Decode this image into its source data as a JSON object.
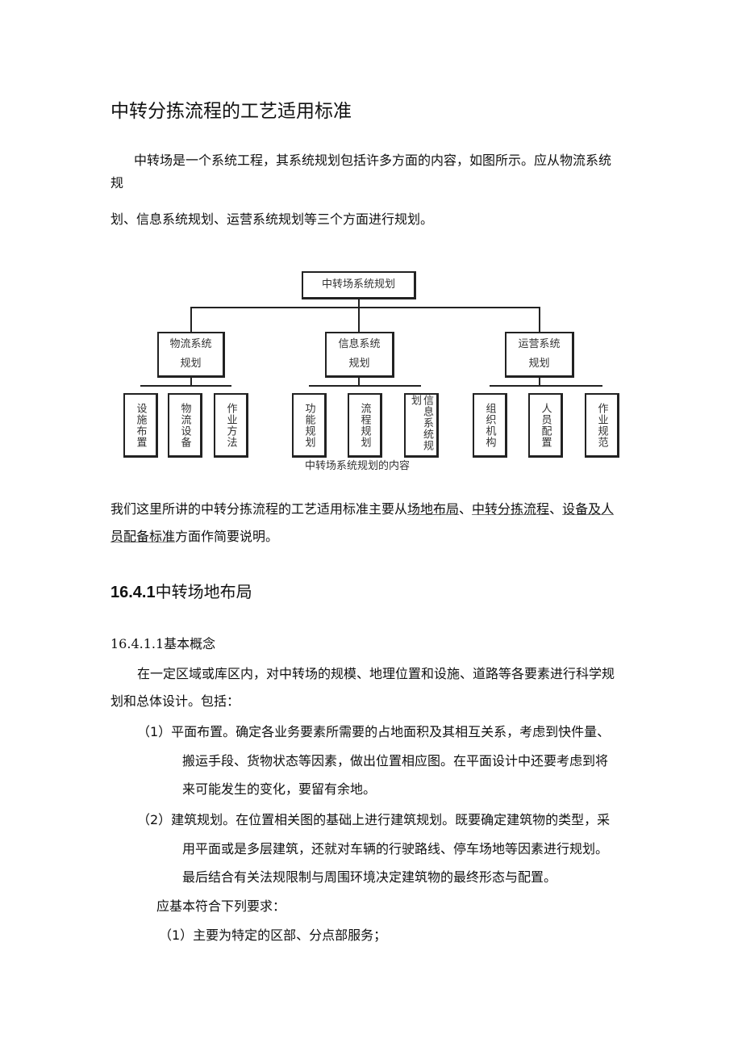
{
  "title": "中转分拣流程的工艺适用标准",
  "intro_line1": "中转场是一个系统工程，其系统规划包括许多方面的内容，如图所示。应从物流系统",
  "intro_line1b": "规",
  "intro_line2": "划、信息系统规划、运营系统规划等三个方面进行规划。",
  "diagram": {
    "root": "中转场系统规划",
    "branches": [
      {
        "l1": "物流系统",
        "l2": "规划",
        "leaves": [
          "设施布置",
          "物流设备",
          "作业方法"
        ]
      },
      {
        "l1": "信息系统",
        "l2": "规划",
        "leaves": [
          "功能规划",
          "流程规划",
          "信息系统规划"
        ]
      },
      {
        "l1": "运营系统",
        "l2": "规划",
        "leaves": [
          "组织机构",
          "人员配置",
          "作业规范"
        ]
      }
    ],
    "caption": "中转场系统规划的内容"
  },
  "summary": {
    "a": "我们这里所讲的中转分拣流程的工艺适用标准主要从",
    "link1": "场地布局",
    "sep1": "、",
    "link2": "中转分拣流程",
    "sep2": "、",
    "link3a": "设备及人",
    "link3b": "员配备标准",
    "b": "方面作简要说明。"
  },
  "section": {
    "num": "16.4.1",
    "title": "中转场地布局"
  },
  "subsection": "16.4.1.1基本概念",
  "para1a": "在一定区域或库区内，对中转场的规模、地理位置和设施、道路等各要素进行科学规",
  "para1b": "划和总体设计。包括：",
  "item1": [
    "（1）平面布置。确定各业务要素所需要的占地面积及其相互关系，考虑到快件量、",
    "搬运手段、货物状态等因素，做出位置相应图。在平面设计中还要考虑到将",
    "来可能发生的变化，要留有余地。"
  ],
  "item2": [
    "（2）建筑规划。在位置相关图的基础上进行建筑规划。既要确定建筑物的类型，采",
    "用平面或是多层建筑，还就对车辆的行驶路线、停车场地等因素进行规划。",
    "最后结合有关法规限制与周围环境决定建筑物的最终形态与配置。"
  ],
  "req": "应基本符合下列要求：",
  "req1": "（1）主要为特定的区部、分点部服务；"
}
